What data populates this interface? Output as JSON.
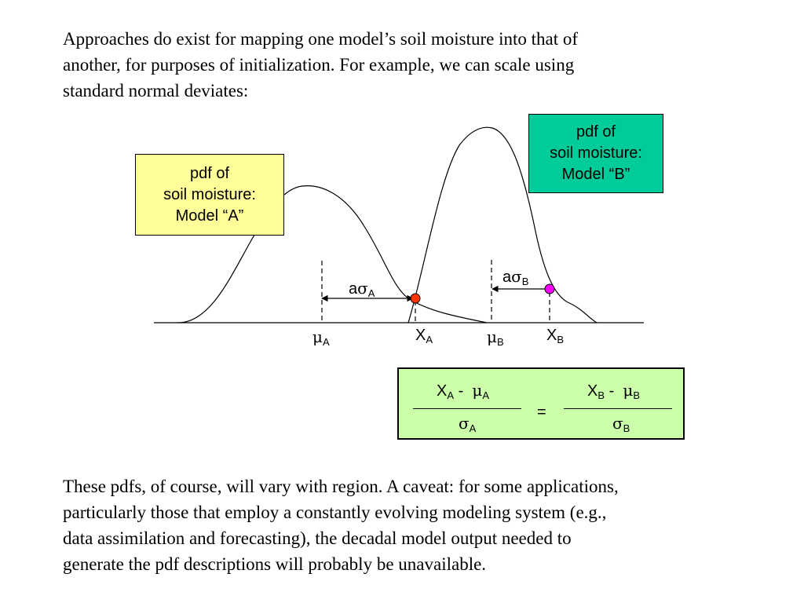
{
  "intro": {
    "lines": [
      "Approaches do exist for mapping one model’s soil moisture into that of",
      "another, for purposes of initialization.  For example, we can scale using",
      "standard normal deviates:"
    ]
  },
  "diagram": {
    "box_a": {
      "lines": [
        "pdf of",
        "soil moisture:",
        "Model “A”"
      ],
      "color": "#ffff99"
    },
    "box_b": {
      "lines": [
        "pdf of",
        "soil moisture:",
        "Model “B”"
      ],
      "color": "#00cc99"
    },
    "labels": {
      "a": "a",
      "sigma": "σ",
      "mu": "μ",
      "x": "X",
      "sub_a": "A",
      "sub_b": "B"
    },
    "marker_a_color": "#ff3300",
    "marker_b_color": "#ff00ff"
  },
  "formula": {
    "minus": "-",
    "equals": "=",
    "x": "X",
    "mu": "μ",
    "sigma": "σ",
    "sub_a": "A",
    "sub_b": "B",
    "background": "#ccffaa"
  },
  "outro": {
    "lines": [
      "These pdfs, of course, will vary with region.  A caveat: for some applications,",
      "particularly those that employ a constantly evolving modeling system (e.g.,",
      "data assimilation and forecasting), the decadal model output needed to",
      "generate the pdf descriptions will probably be unavailable."
    ]
  }
}
